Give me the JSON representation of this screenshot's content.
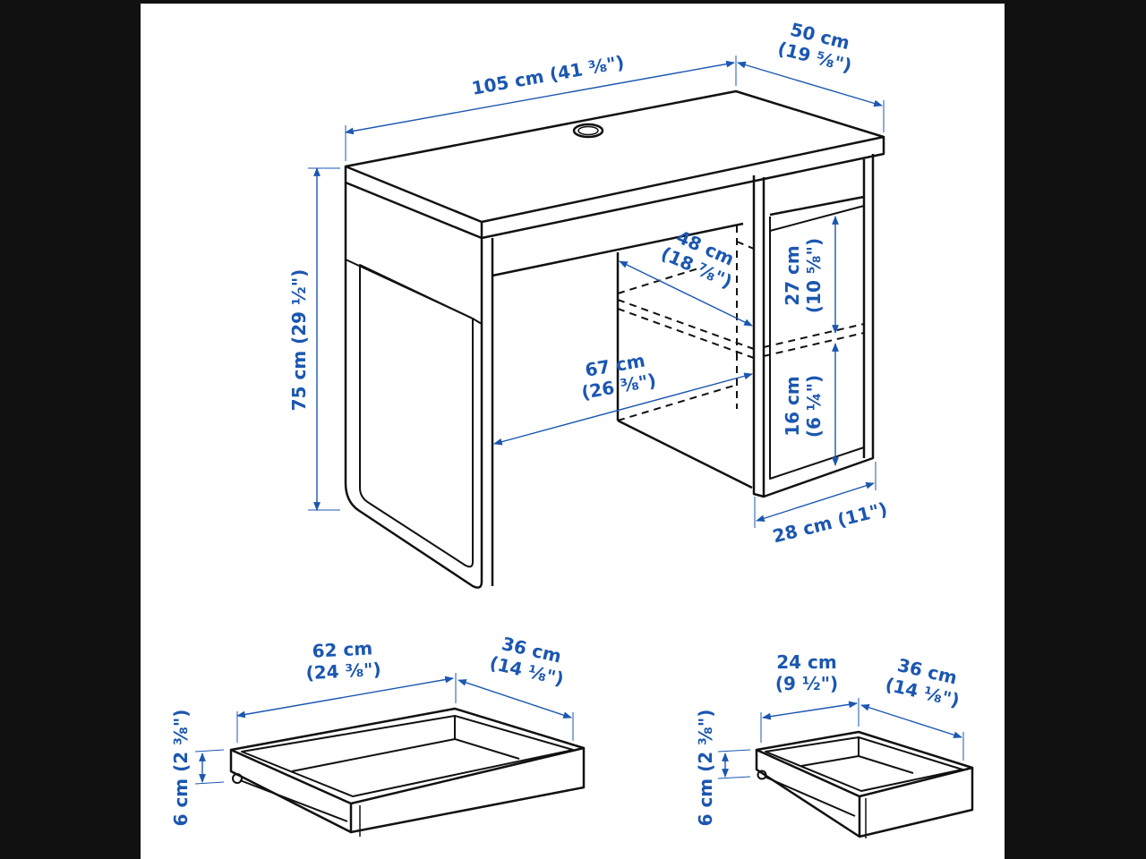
{
  "diagram": {
    "title": "Desk with drawers — dimension drawing",
    "accent_color": "#1b57b0",
    "line_color": "#111111",
    "background": "#ffffff",
    "frame_color": "#111111"
  },
  "desk": {
    "width": {
      "cm": "105 cm",
      "in": "(41 ⅜\")",
      "full": "105 cm (41 ⅜\")"
    },
    "depth": {
      "cm": "50 cm",
      "in": "(19 ⅝\")"
    },
    "height": {
      "full": "75 cm (29 ½\")"
    },
    "knee_depth": {
      "cm": "48 cm",
      "in": "(18 ⅞\")"
    },
    "knee_width": {
      "cm": "67 cm",
      "in": "(26 ⅜\")"
    },
    "upper_compartment_height": {
      "cm": "27 cm",
      "in": "(10 ⅝\")"
    },
    "lower_compartment_height": {
      "cm": "16 cm",
      "in": "(6 ¼\")"
    },
    "cabinet_width": {
      "full": "28 cm (11\")"
    }
  },
  "large_drawer": {
    "width": {
      "cm": "62 cm",
      "in": "(24 ⅜\")"
    },
    "depth": {
      "cm": "36 cm",
      "in": "(14 ⅛\")"
    },
    "height": {
      "full": "6 cm (2 ⅜\")"
    }
  },
  "small_drawer": {
    "width": {
      "cm": "24 cm",
      "in": "(9 ½\")"
    },
    "depth": {
      "cm": "36 cm",
      "in": "(14 ⅛\")"
    },
    "height": {
      "full": "6 cm (2 ⅜\")"
    }
  }
}
